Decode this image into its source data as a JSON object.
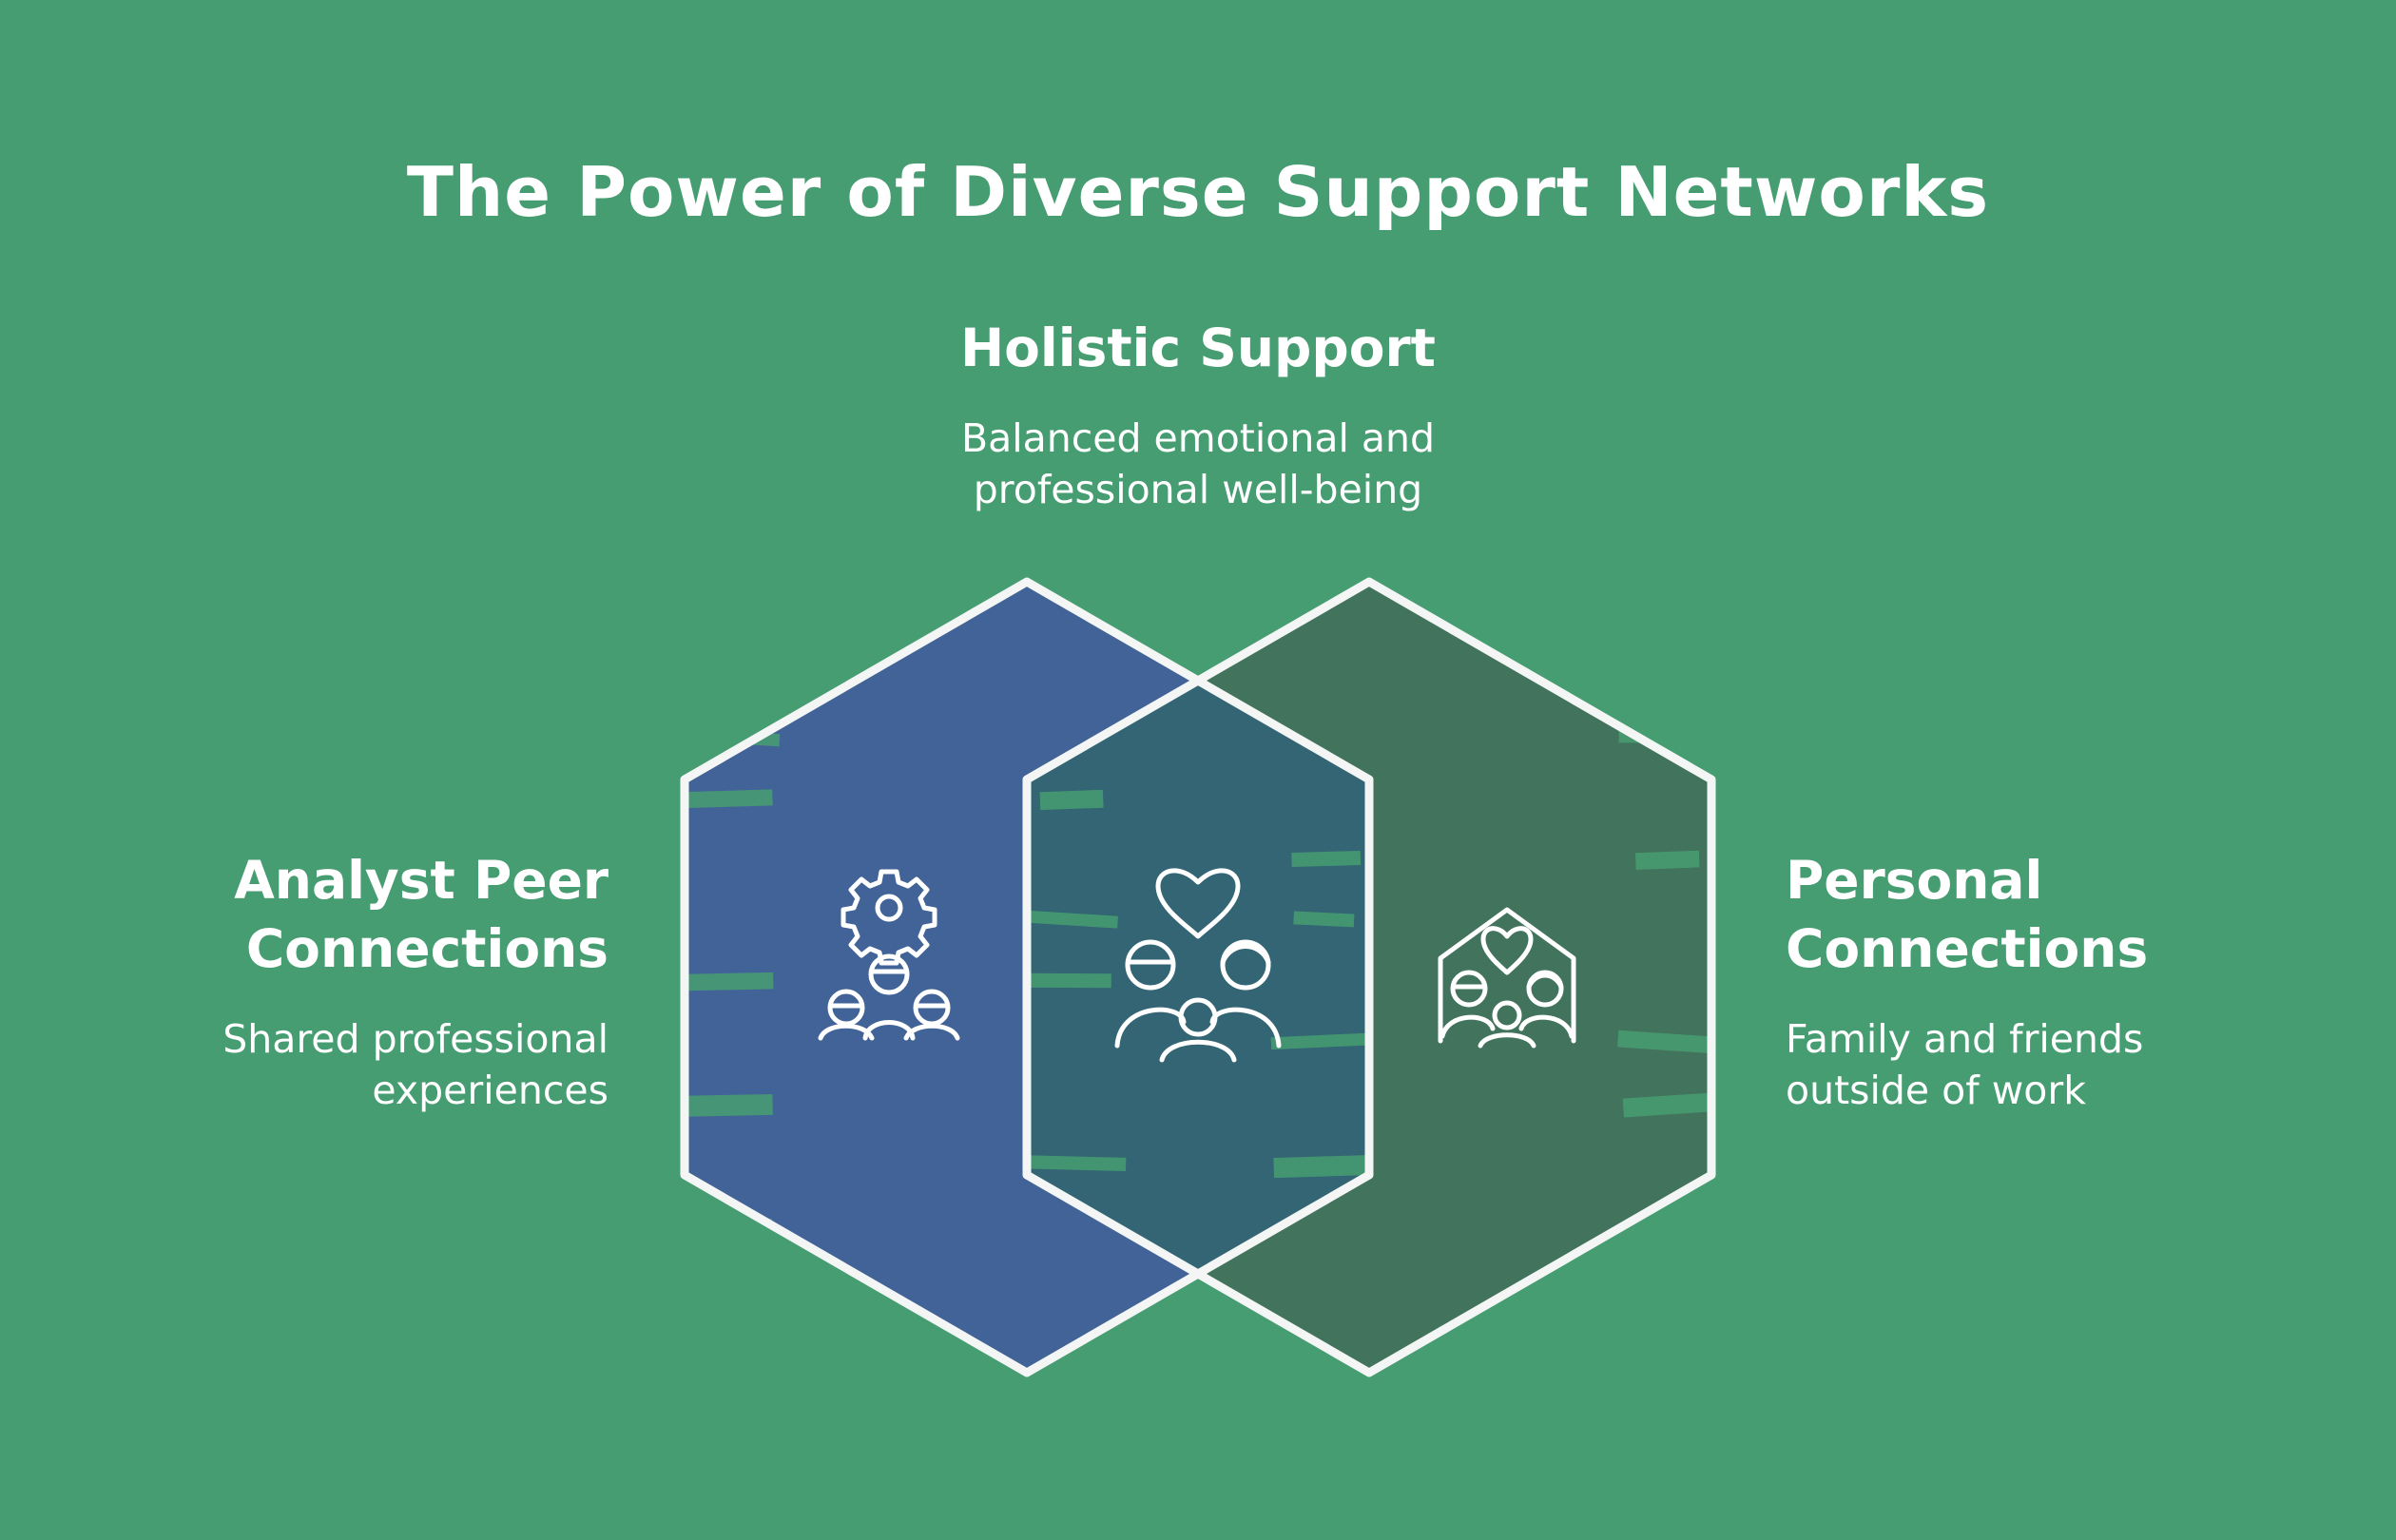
{
  "title": "The Power of Diverse Support Networks",
  "top": {
    "title": "Holistic Support",
    "desc_line1": "Balanced emotional and",
    "desc_line2": "professional well-being"
  },
  "left": {
    "title_line1": "Analyst Peer",
    "title_line2": "Connections",
    "desc_line1": "Shared professional",
    "desc_line2": "experiences"
  },
  "right": {
    "title_line1": "Personal",
    "title_line2": "Connections",
    "desc_line1": "Family and friends",
    "desc_line2": "outside of work"
  },
  "colors": {
    "background": "#469D71",
    "left_fill": "#426397",
    "right_fill": "#42735C",
    "overlap_fill": "#336574",
    "outline": "#F4F6F5"
  },
  "icons": {
    "left": "gear-people-icon",
    "center": "heart-family-icon",
    "right": "house-heart-family-icon"
  }
}
